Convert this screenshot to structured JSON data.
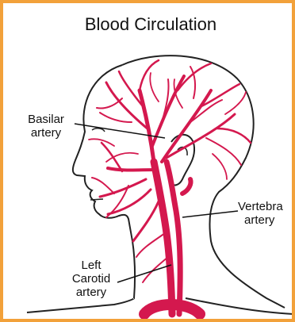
{
  "title": "Blood Circulation",
  "labels": {
    "basilar": [
      "Basilar",
      "artery"
    ],
    "vertebral": [
      "Vertebra",
      "artery"
    ],
    "carotid": [
      "Left",
      "Carotid",
      "artery"
    ]
  },
  "colors": {
    "border": "#f2a13a",
    "artery": "#d4184e",
    "outline": "#222222",
    "background": "#ffffff"
  }
}
